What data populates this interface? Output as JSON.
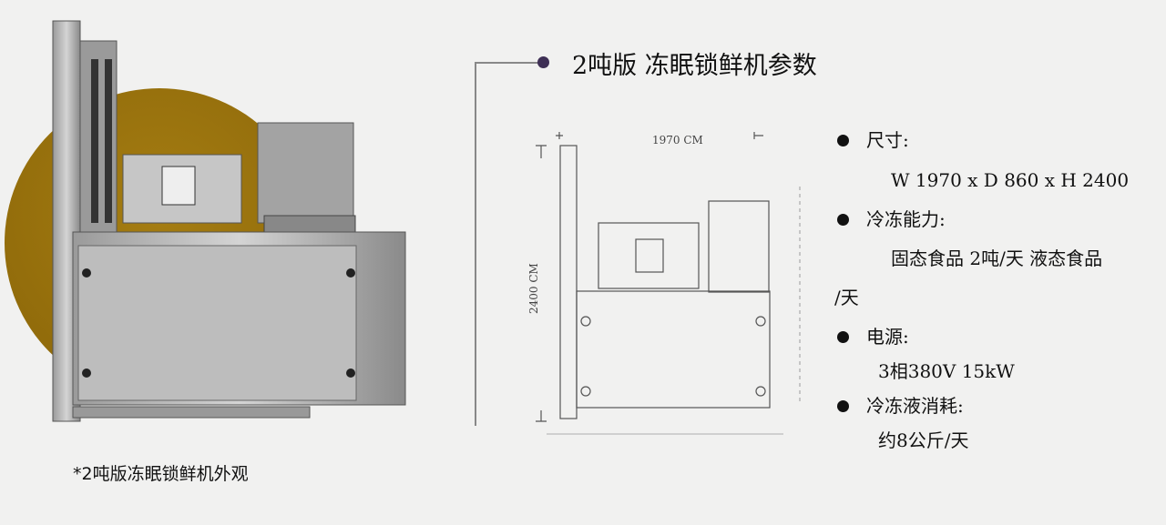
{
  "title": "2吨版 冻眠锁鲜机参数",
  "photo_caption": "*2吨版冻眠锁鲜机外观",
  "drawing": {
    "width_label": "1970 CM",
    "height_label": "2400 CM"
  },
  "specs": [
    {
      "label": "尺寸:",
      "value": "W 1970 x D 860 x H 2400"
    },
    {
      "label": "冷冻能力:",
      "value": "固态食品 2吨/天 液态食品",
      "value_cont": "/天"
    },
    {
      "label": "电源:",
      "value": "3相380V  15kW"
    },
    {
      "label": "冷冻液消耗:",
      "value": "约8公斤/天"
    }
  ],
  "colors": {
    "accent_circle": "#9a740d",
    "dot": "#3e2f55"
  }
}
